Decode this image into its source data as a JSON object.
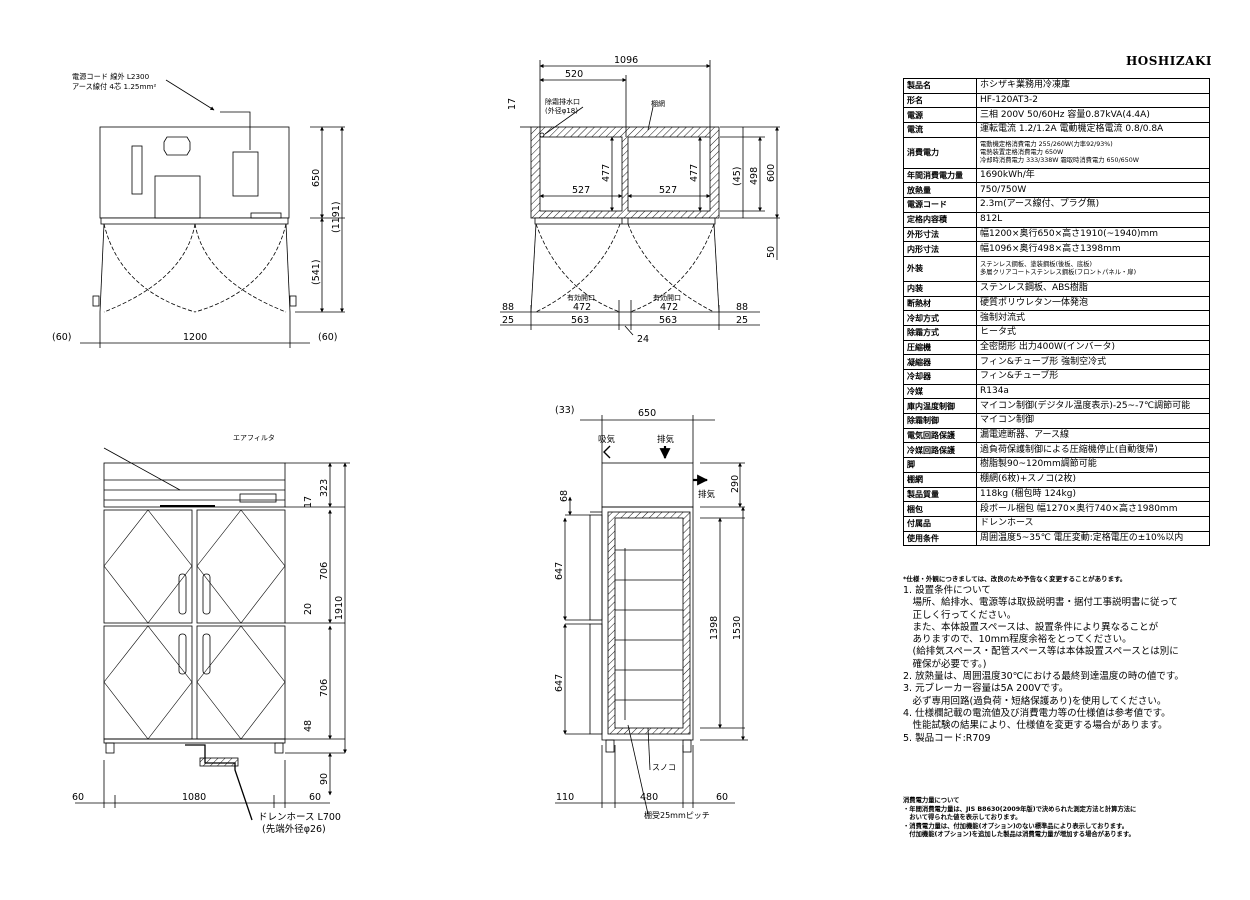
{
  "brand": "HOSHIZAKI",
  "spec_rows": [
    {
      "key": "製品名",
      "value": "ホシザキ業務用冷凍庫"
    },
    {
      "key": "形名",
      "value": "HF-120AT3-2"
    },
    {
      "key": "電源",
      "value": "三相 200V 50/60Hz 容量0.87kVA(4.4A)"
    },
    {
      "key": "電流",
      "value": "運転電流 1.2/1.2A 電動機定格電流 0.8/0.8A"
    },
    {
      "key": "消費電力",
      "lines": [
        "電動機定格消費電力 255/260W(力率92/93%)",
        "電熱装置定格消費電力 650W",
        "冷却時消費電力 333/338W 霜取時消費電力 650/650W"
      ]
    },
    {
      "key": "年間消費電力量",
      "value": "1690kWh/年"
    },
    {
      "key": "放熱量",
      "value": "750/750W"
    },
    {
      "key": "電源コード",
      "value": "2.3m(アース線付、プラグ無)"
    },
    {
      "key": "定格内容積",
      "value": "812L"
    },
    {
      "key": "外形寸法",
      "value": "幅1200×奥行650×高さ1910(~1940)mm"
    },
    {
      "key": "内形寸法",
      "value": "幅1096×奥行498×高さ1398mm"
    },
    {
      "key": "外装",
      "lines": [
        "ステンレス鋼板、塗装鋼板(後板、底板)",
        "多層クリアコートステンレス鋼板(フロントパネル・扉)"
      ]
    },
    {
      "key": "内装",
      "value": "ステンレス鋼板、ABS樹脂"
    },
    {
      "key": "断熱材",
      "value": "硬質ポリウレタン一体発泡"
    },
    {
      "key": "冷却方式",
      "value": "強制対流式"
    },
    {
      "key": "除霜方式",
      "value": "ヒータ式"
    },
    {
      "key": "圧縮機",
      "value": "全密閉形 出力400W(インバータ)"
    },
    {
      "key": "凝縮器",
      "value": "フィン&チューブ形 強制空冷式"
    },
    {
      "key": "冷却器",
      "value": "フィン&チューブ形"
    },
    {
      "key": "冷媒",
      "value": "R134a"
    },
    {
      "key": "庫内温度制御",
      "value": "マイコン制御(デジタル温度表示)-25~-7℃調節可能"
    },
    {
      "key": "除霜制御",
      "value": "マイコン制御"
    },
    {
      "key": "電気回路保護",
      "value": "漏電遮断器、アース線"
    },
    {
      "key": "冷媒回路保護",
      "value": "過負荷保護制御による圧縮機停止(自動復帰)"
    },
    {
      "key": "脚",
      "value": "樹脂製90~120mm調節可能"
    },
    {
      "key": "棚網",
      "value": "棚網(6枚)+スノコ(2枚)"
    },
    {
      "key": "製品質量",
      "value": "118kg (梱包時 124kg)"
    },
    {
      "key": "梱包",
      "value": "段ボール梱包 幅1270×奥行740×高さ1980mm"
    },
    {
      "key": "付属品",
      "value": "ドレンホース"
    },
    {
      "key": "使用条件",
      "value": "周囲温度5~35℃ 電圧変動:定格電圧の±10%以内"
    }
  ],
  "footnote": "*仕様・外観につきましては、改良のため予告なく変更することがあります。",
  "notes": [
    "1. 設置条件について",
    "　場所、給排水、電源等は取扱説明書・据付工事説明書に従って",
    "　正しく行ってください。",
    "　また、本体設置スペースは、設置条件により異なることが",
    "　ありますので、10mm程度余裕をとってください。",
    "　(給排気スペース・配管スペース等は本体設置スペースとは別に",
    "　確保が必要です。)",
    "2. 放熱量は、周囲温度30℃における最終到達温度の時の値です。",
    "3. 元ブレーカー容量は5A 200Vです。",
    "　必ず専用回路(過負荷・短絡保護あり)を使用してください。",
    "4. 仕様欄記載の電流値及び消費電力等の仕様値は参考値です。",
    "　性能試験の結果により、仕様値を変更する場合があります。",
    "5. 製品コード:R709"
  ],
  "energy_notes": [
    "消費電力量について",
    "・年間消費電力量は、JIS B8630(2009年版)で決められた測定方法と計算方法に",
    "　おいて得られた値を表示しております。",
    "・消費電力量は、付加機能(オプション)のない標準品により表示しております。",
    "　付加機能(オプション)を追加した製品は消費電力量が増加する場合があります。"
  ],
  "drawing": {
    "top_view": {
      "cord_label_1": "電源コード 線外 L2300",
      "cord_label_2": "アース線付 4芯 1.25mm²",
      "dim_width": "1200",
      "dim_left_clear": "(60)",
      "dim_right_clear": "(60)",
      "dim_body": "650",
      "dim_door_swing": "(541)",
      "dim_total": "(1191)"
    },
    "plan_section": {
      "dim_inner_width": "1096",
      "dim_520": "520",
      "dim_17": "17",
      "drain_label_1": "除霜排水口",
      "drain_label_2": "(外径φ18)",
      "shelf_label": "棚網",
      "dim_527_left": "527",
      "dim_527_right": "527",
      "dim_477_left": "477",
      "dim_477_right": "477",
      "dim_45": "(45)",
      "dim_498": "498",
      "dim_600": "600",
      "dim_50": "50",
      "opening_label_left": "有効開口",
      "opening_label_right": "有効開口",
      "dim_472_left": "472",
      "dim_472_right": "472",
      "dim_88_left": "88",
      "dim_88_right": "88",
      "dim_25_left": "25",
      "dim_25_right": "25",
      "dim_563_left": "563",
      "dim_563_right": "563",
      "dim_24": "24"
    },
    "front_view": {
      "filter_label": "エアフィルタ",
      "dim_323": "323",
      "dim_17": "17",
      "dim_706_top": "706",
      "dim_20": "20",
      "dim_706_bottom": "706",
      "dim_48": "48",
      "dim_90": "90",
      "dim_1910": "1910",
      "dim_60_left": "60",
      "dim_1080": "1080",
      "dim_60_right": "60",
      "hose_label_1": "ドレンホース L700",
      "hose_label_2": "(先端外径φ26)"
    },
    "side_view": {
      "dim_33": "(33)",
      "dim_650": "650",
      "intake_label": "吸気",
      "exhaust_label_top": "排気",
      "exhaust_label_side": "排気",
      "dim_290": "290",
      "dim_68": "68",
      "dim_647_top": "647",
      "dim_647_bottom": "647",
      "dim_1398": "1398",
      "dim_1530": "1530",
      "sunoko_label": "スノコ",
      "dim_110": "110",
      "dim_480": "480",
      "dim_60": "60",
      "pitch_label": "棚受25mmピッチ"
    }
  }
}
